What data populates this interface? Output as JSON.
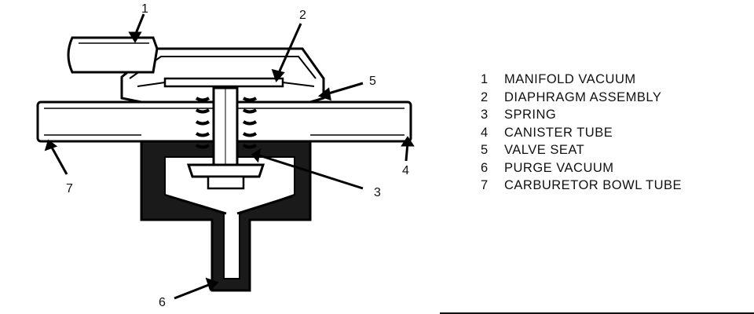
{
  "callouts": [
    "1",
    "2",
    "3",
    "4",
    "5",
    "6",
    "7"
  ],
  "legend": [
    {
      "num": "1",
      "label": "MANIFOLD VACUUM"
    },
    {
      "num": "2",
      "label": "DIAPHRAGM ASSEMBLY"
    },
    {
      "num": "3",
      "label": "SPRING"
    },
    {
      "num": "4",
      "label": "CANISTER TUBE"
    },
    {
      "num": "5",
      "label": "VALVE SEAT"
    },
    {
      "num": "6",
      "label": "PURGE VACUUM"
    },
    {
      "num": "7",
      "label": "CARBURETOR BOWL TUBE"
    }
  ]
}
